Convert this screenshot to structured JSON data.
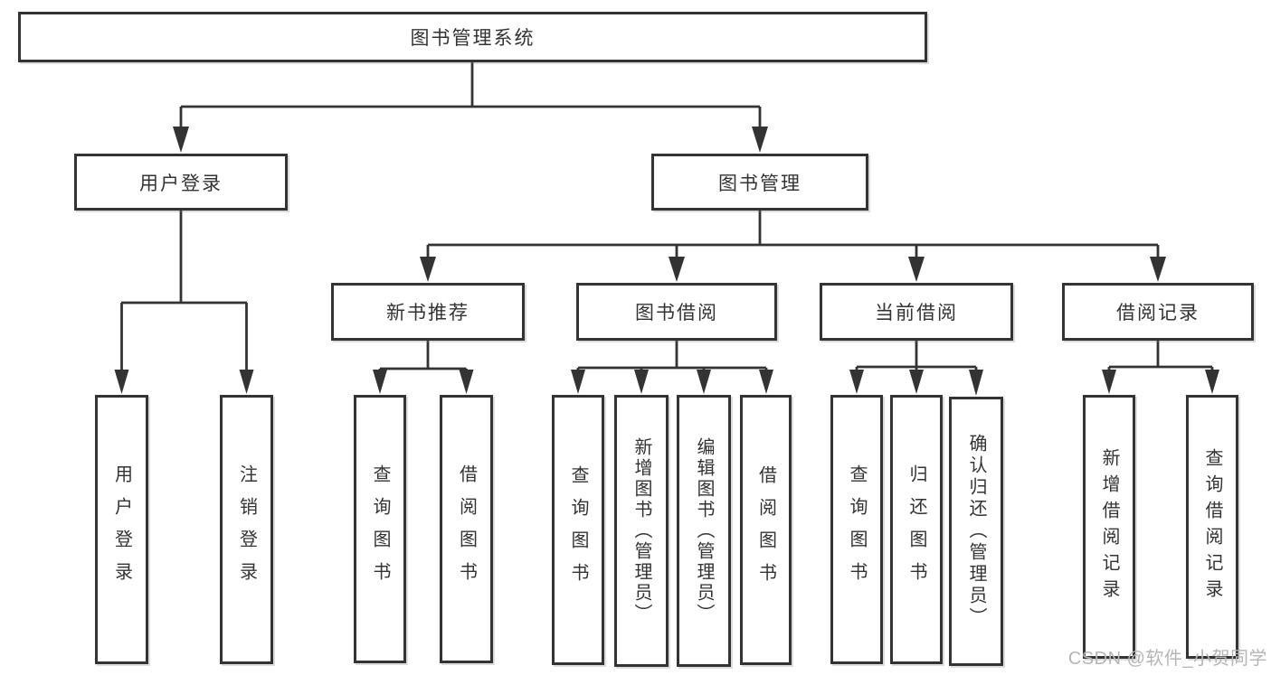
{
  "nodes": {
    "root": "图书管理系统",
    "user_login": "用户登录",
    "book_mgmt": "图书管理",
    "new_book_rec": "新书推荐",
    "book_borrow": "图书借阅",
    "current_borrow": "当前借阅",
    "borrow_records": "借阅记录",
    "leaf_user_login": "用户登录",
    "leaf_logout": "注销登录",
    "leaf_rec_query_books": "查询图书",
    "leaf_rec_borrow_books": "借阅图书",
    "leaf_bb_query_books": "查询图书",
    "leaf_bb_add_books": "新增图书（管理员）",
    "leaf_bb_edit_books": "编辑图书（管理员）",
    "leaf_bb_borrow_books": "借阅图书",
    "leaf_cb_query_books": "查询图书",
    "leaf_cb_return_books": "归还图书",
    "leaf_cb_confirm_return": "确认归还（管理员）",
    "leaf_br_add_record": "新增借阅记录",
    "leaf_br_query_record": "查询借阅记录"
  },
  "watermark": "CSDN @软件_小贺同学",
  "colors": {
    "line": "#333333",
    "border": "#333333",
    "text": "#333333",
    "background": "#ffffff",
    "watermark": "#b5b5b5"
  }
}
